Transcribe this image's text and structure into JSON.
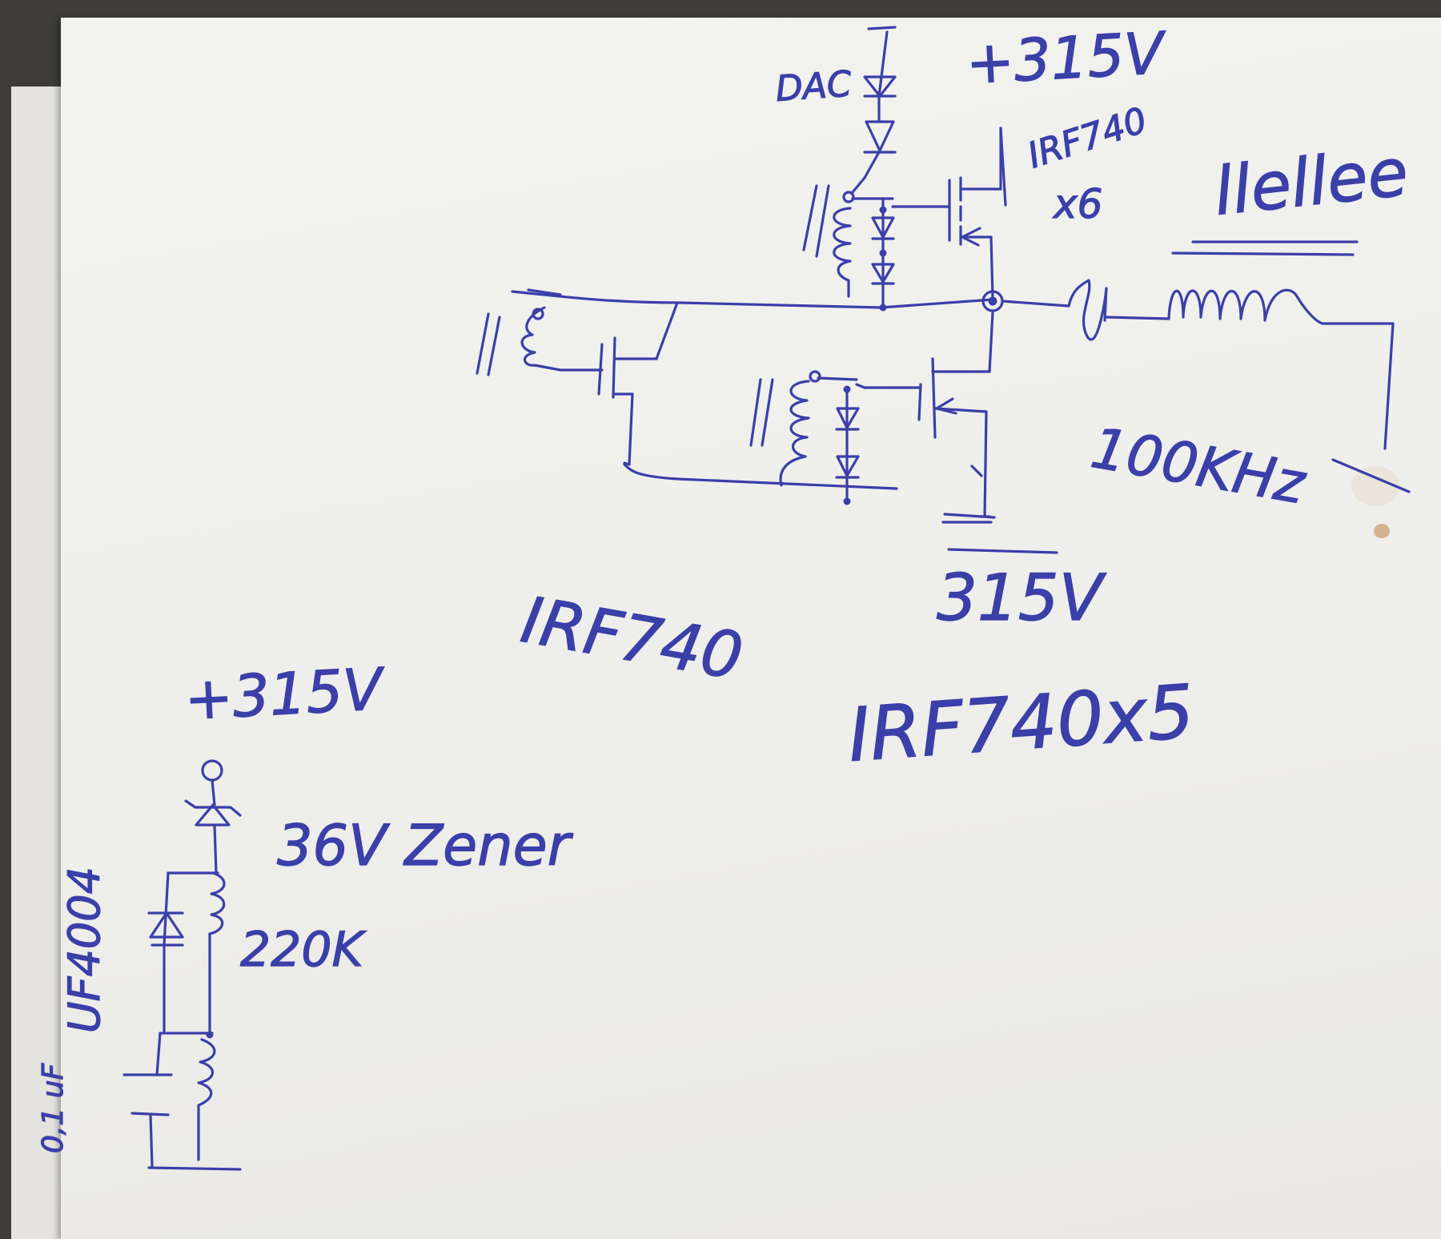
{
  "labels": {
    "dac": "DAC",
    "top_supply": "+315V",
    "top_mosfet_part": "IRF740",
    "top_mosfet_count": "x6",
    "coil_top": "llellee",
    "frequency": "100KHz",
    "bottom_supply": "315V",
    "mid_part": "IRF740",
    "bottom_mosfet_part": "IRF740x5",
    "bias_supply": "+315V",
    "zener": "36V Zener",
    "resistor": "220K",
    "diode_part": "UF4004",
    "capacitor": "0,1 uF"
  },
  "colors": {
    "ink": "#3b3fa8",
    "paper": "#efefec",
    "background": "#3d3c38"
  }
}
